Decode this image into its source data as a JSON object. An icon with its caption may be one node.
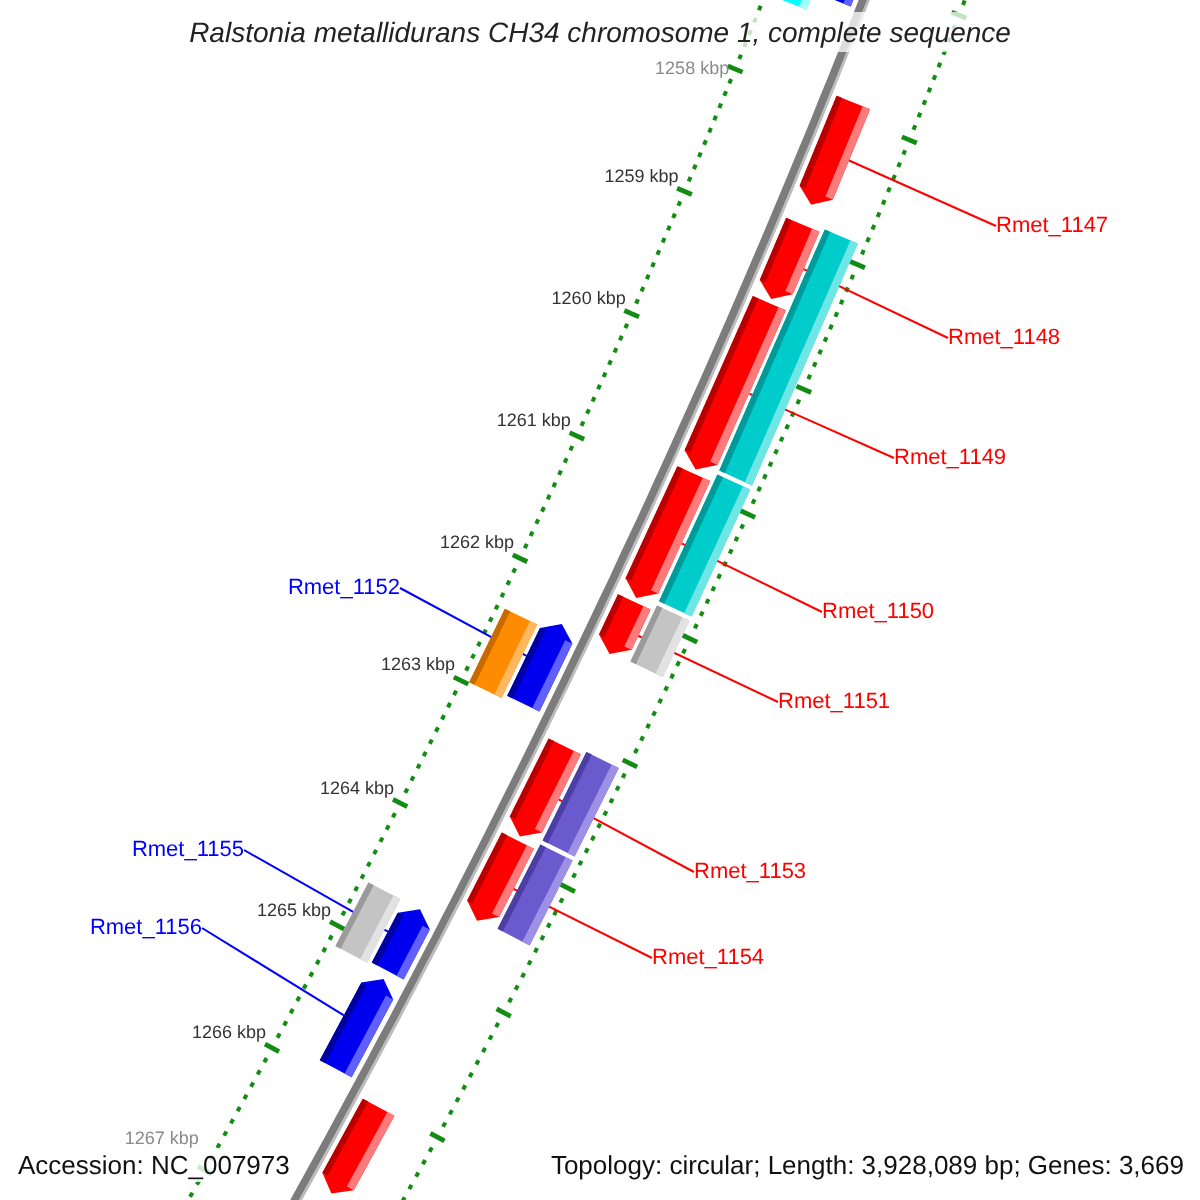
{
  "diagram": {
    "title": "Ralstonia metallidurans CH34 chromosome 1, complete sequence",
    "nodes": [
      {
        "text": [
          "Rmet_1147"
        ]
      },
      {
        "text": [
          "Rmet_1148"
        ]
      },
      {
        "text": [
          "Rmet_1149"
        ]
      },
      {
        "text": [
          "Rmet_1150"
        ]
      },
      {
        "text": [
          "Rmet_1151"
        ]
      },
      {
        "text": [
          "Rmet_1152"
        ]
      },
      {
        "text": [
          "Rmet_1153"
        ]
      },
      {
        "text": [
          "Rmet_1154"
        ]
      },
      {
        "text": [
          "Rmet_1155"
        ]
      },
      {
        "text": [
          "Rmet_1156"
        ]
      },
      {
        "text": [],
        "shape": "bar"
      },
      {
        "text": [],
        "shape": "pentagon"
      },
      {
        "text": [],
        "shape": "pentagon"
      },
      {
        "text": [],
        "shape": "pentagon"
      },
      {
        "text": [],
        "shape": "bar"
      },
      {
        "text": [],
        "shape": "pentagon"
      },
      {
        "text": [],
        "shape": "pentagon"
      },
      {
        "text": [],
        "shape": "bar"
      },
      {
        "text": [],
        "shape": "pentagon"
      },
      {
        "text": [],
        "shape": "bar"
      },
      {
        "text": [],
        "shape": "pentagon"
      },
      {
        "text": [],
        "shape": "bar"
      },
      {
        "text": [],
        "shape": "pentagon"
      },
      {
        "text": [],
        "shape": "bar"
      },
      {
        "text": [],
        "shape": "pentagon"
      },
      {
        "text": [],
        "shape": "bar"
      },
      {
        "text": [],
        "shape": "bar"
      },
      {
        "text": [],
        "shape": "pentagon"
      },
      {
        "text": [],
        "shape": "pentagon"
      },
      {
        "text": [],
        "shape": "pentagon"
      }
    ],
    "edges": [
      {
        "from": 0,
        "to": 12,
        "arrow": "none"
      },
      {
        "from": 1,
        "to": 13,
        "arrow": "none"
      },
      {
        "from": 2,
        "to": 15,
        "arrow": "none"
      },
      {
        "from": 3,
        "to": 16,
        "arrow": "none"
      },
      {
        "from": 4,
        "to": 18,
        "arrow": "none"
      },
      {
        "from": 5,
        "to": 20,
        "arrow": "none",
        "color": "#0000ff"
      },
      {
        "from": 6,
        "to": 22,
        "arrow": "none"
      },
      {
        "from": 7,
        "to": 24,
        "arrow": "none"
      },
      {
        "from": 8,
        "to": 27,
        "arrow": "none",
        "color": "#0000ff"
      },
      {
        "from": 9,
        "to": 28,
        "arrow": "none",
        "color": "#0000ff"
      }
    ],
    "labels": [
      "1258 kbp",
      "1259 kbp",
      "1260 kbp",
      "1261 kbp",
      "1262 kbp",
      "1263 kbp",
      "1264 kbp",
      "1265 kbp",
      "1266 kbp",
      "1267 kbp",
      "Accession: NC_007973",
      "Topology: circular; Length: 3,928,089 bp; Genes: 3,669"
    ]
  }
}
